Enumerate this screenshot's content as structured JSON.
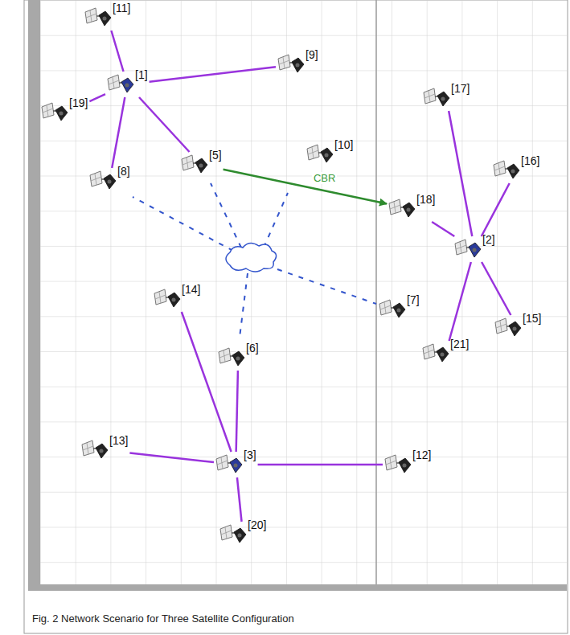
{
  "diagram": {
    "caption": "Fig. 2 Network Scenario for Three Satellite Configuration",
    "nodes": [
      {
        "text": [
          "[11]"
        ]
      },
      {
        "text": [
          "[1]"
        ]
      },
      {
        "text": [
          "[9]"
        ]
      },
      {
        "text": [
          "[19]"
        ]
      },
      {
        "text": [
          "[5]"
        ]
      },
      {
        "text": [
          "[10]"
        ]
      },
      {
        "text": [
          "[8]"
        ]
      },
      {
        "text": [
          "[17]"
        ]
      },
      {
        "text": [
          "[16]"
        ]
      },
      {
        "text": [
          "[18]"
        ]
      },
      {
        "text": [
          "[2]"
        ]
      },
      {
        "text": [
          "[14]"
        ]
      },
      {
        "text": [
          "[7]"
        ]
      },
      {
        "text": [
          "[15]"
        ]
      },
      {
        "text": [
          "[21]"
        ]
      },
      {
        "text": [
          "[6]"
        ]
      },
      {
        "text": [
          "[13]"
        ]
      },
      {
        "text": [
          "[3]"
        ]
      },
      {
        "text": [
          "[12]"
        ]
      },
      {
        "text": [
          "[20]"
        ]
      }
    ],
    "edges": [
      {
        "from": 1,
        "to": 0,
        "arrow": "none"
      },
      {
        "from": 1,
        "to": 2,
        "arrow": "none"
      },
      {
        "from": 1,
        "to": 3,
        "arrow": "none"
      },
      {
        "from": 1,
        "to": 6,
        "arrow": "none"
      },
      {
        "from": 1,
        "to": 4,
        "arrow": "none"
      },
      {
        "from": 10,
        "to": 7,
        "arrow": "none"
      },
      {
        "from": 10,
        "to": 8,
        "arrow": "none"
      },
      {
        "from": 10,
        "to": 9,
        "arrow": "none"
      },
      {
        "from": 10,
        "to": 13,
        "arrow": "none"
      },
      {
        "from": 10,
        "to": 14,
        "arrow": "none"
      },
      {
        "from": 17,
        "to": 11,
        "arrow": "none"
      },
      {
        "from": 17,
        "to": 15,
        "arrow": "none"
      },
      {
        "from": 17,
        "to": 16,
        "arrow": "none"
      },
      {
        "from": 17,
        "to": 18,
        "arrow": "none"
      },
      {
        "from": 17,
        "to": 19,
        "arrow": "none"
      },
      {
        "from": 4,
        "to": 9,
        "arrow": "to",
        "label": "CBR"
      }
    ]
  }
}
